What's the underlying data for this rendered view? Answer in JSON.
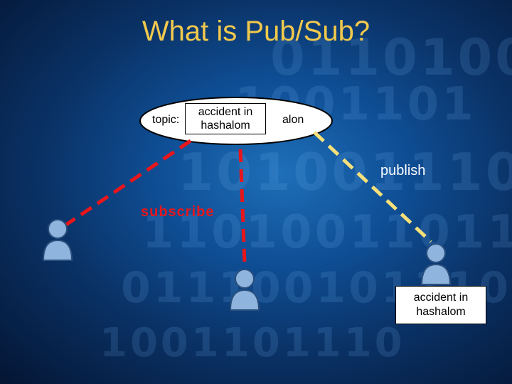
{
  "slide": {
    "title": "What is Pub/Sub?"
  },
  "diagram": {
    "topic_prefix": "topic:",
    "topic_overflow": "alon",
    "topic_name": "accident in hashalom",
    "publish_label": "publish",
    "subscribe_label": "subscribe",
    "message_text": "accident in hashalom"
  },
  "colors": {
    "title": "#f2c94c",
    "subscribe_edge": "#e8161b",
    "publish_edge": "#f5e07a"
  },
  "icons": [
    "user-icon-subscriber-left",
    "user-icon-subscriber-middle",
    "user-icon-publisher"
  ]
}
